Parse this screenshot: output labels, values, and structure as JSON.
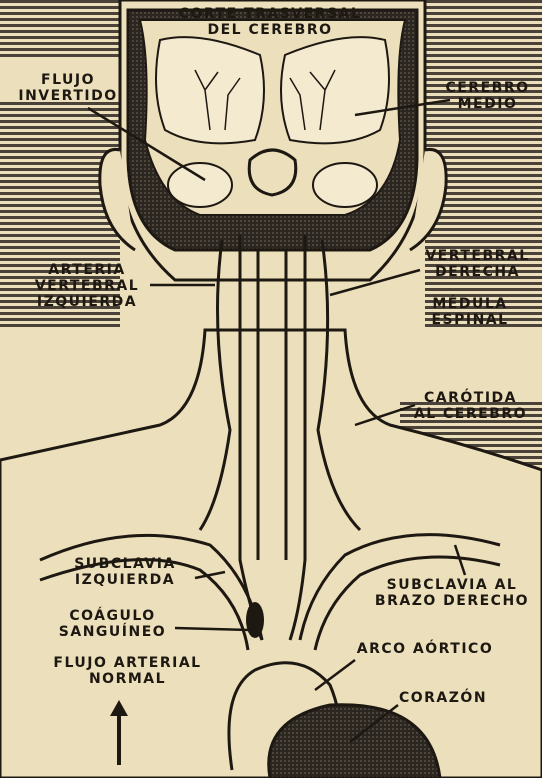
{
  "title": [
    "CORTE TRASVERSAL",
    "DEL CEREBRO"
  ],
  "labels": {
    "flujo_invertido": [
      "FLUJO",
      "INVERTIDO"
    ],
    "cerebro_medio": [
      "CEREBRO",
      "MEDIO"
    ],
    "arteria_vertebral_izquierda": [
      "ARTERIA",
      "VERTEBRAL",
      "IZQUIERDA"
    ],
    "vertebral_derecha": [
      "VERTEBRAL",
      "DERECHA"
    ],
    "medula_espinal": [
      "MÉDULA",
      "ESPINAL"
    ],
    "carotida_al_cerebro": [
      "CARÓTIDA",
      "AL CEREBRO"
    ],
    "subclavia_izquierda": [
      "SUBCLAVIA",
      "IZQUIERDA"
    ],
    "subclavia_brazo_derecho": [
      "SUBCLAVIA AL",
      "BRAZO DERECHO"
    ],
    "coagulo_sanguineo": [
      "COÁGULO",
      "SANGUÍNEO"
    ],
    "flujo_arterial_normal": [
      "FLUJO ARTERIAL",
      "NORMAL"
    ],
    "arco_aortico": [
      "ARCO AÓRTICO"
    ],
    "corazon": [
      "CORAZÓN"
    ]
  },
  "colors": {
    "paper": "#ecdfbb",
    "ink": "#1e1812",
    "shade": "#3a332b"
  }
}
